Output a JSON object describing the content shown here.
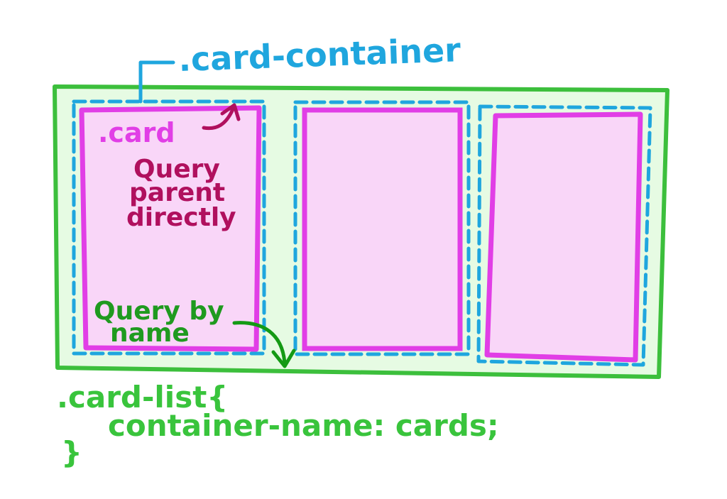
{
  "labels": {
    "card_container": ".card-container",
    "card": ".card",
    "query_parent_line1": "Query",
    "query_parent_line2": "parent",
    "query_parent_line3": "directly",
    "query_name_line1": "Query by",
    "query_name_line2": "name"
  },
  "code": {
    "line1": ".card-list{",
    "line2": "container-name: cards;",
    "line3": "}"
  },
  "colors": {
    "green_border": "#3cbf3c",
    "green_fill": "#e6fbe3",
    "blue_dash": "#1fa6de",
    "magenta_border": "#e13ee6",
    "pink_fill": "#f9d6f8",
    "maroon_text": "#b0105e",
    "dark_green_text": "#1f9a1f",
    "code_green": "#39c43c",
    "arrow_green": "#149a14",
    "arrow_maroon": "#b0105e"
  }
}
